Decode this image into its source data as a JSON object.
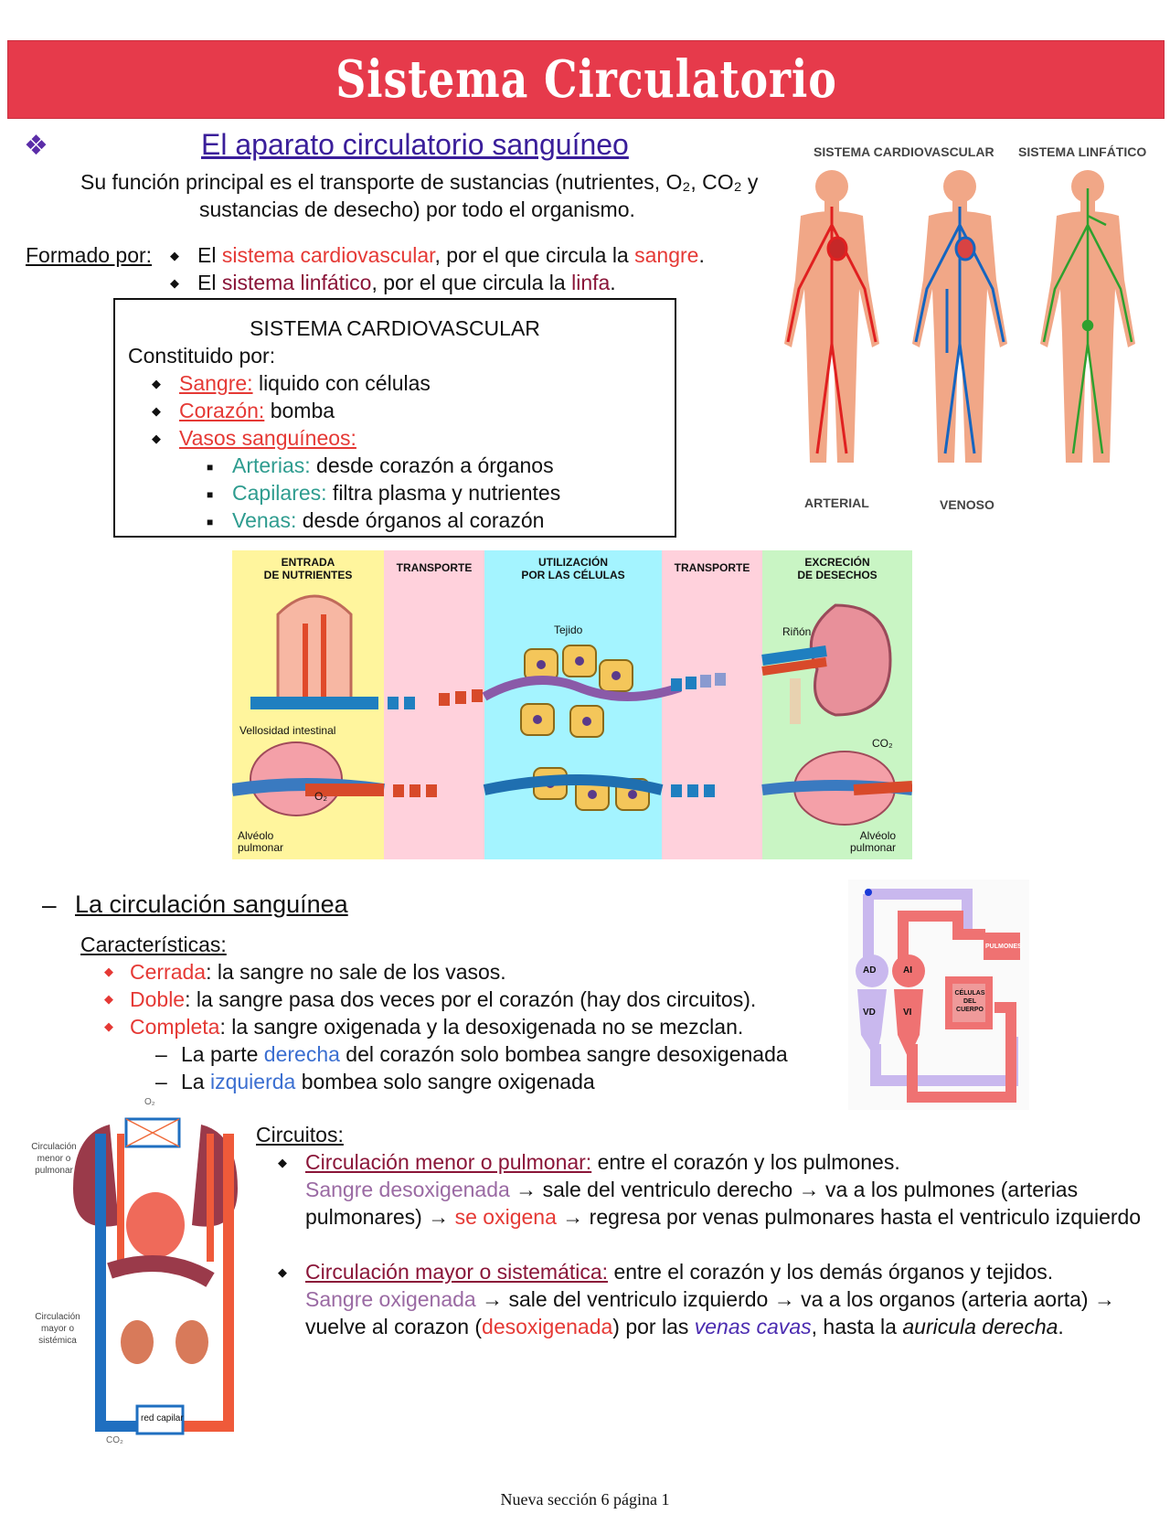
{
  "header": {
    "title": "Sistema Circulatorio"
  },
  "section1": {
    "marker": "❖",
    "title": "El aparato circulatorio sanguíneo",
    "intro_line1": "Su función principal es el transporte de sustancias (nutrientes, O₂, CO₂ y",
    "intro_line2": "sustancias de desecho) por todo el organismo.",
    "formed_label": "Formado por:",
    "formed_items": [
      {
        "a": "El ",
        "b": "sistema cardiovascular",
        "c": ", por el que circula la ",
        "d": "sangre",
        "e": "."
      },
      {
        "a": "El ",
        "b": "sistema linfático",
        "c": ", por el que circula la ",
        "d": "linfa",
        "e": "."
      }
    ]
  },
  "cardio_box": {
    "title": "SISTEMA CARDIOVASCULAR",
    "constituted": "Constituido por:",
    "items": [
      {
        "term": "Sangre:",
        "desc": " liquido con células"
      },
      {
        "term": "Corazón:",
        "desc": " bomba"
      },
      {
        "term": "Vasos sanguíneos:",
        "desc": ""
      }
    ],
    "subitems": [
      {
        "term": "Arterias:",
        "desc": " desde corazón a órganos"
      },
      {
        "term": "Capilares:",
        "desc": " filtra plasma y nutrientes"
      },
      {
        "term": "Venas:",
        "desc": " desde órganos al corazón"
      }
    ]
  },
  "body_figure": {
    "label_cardio": "SISTEMA CARDIOVASCULAR",
    "label_lymph": "SISTEMA LINFÁTICO",
    "label_arterial": "ARTERIAL",
    "label_venoso": "VENOSO"
  },
  "transport_figure": {
    "col1": "ENTRADA\nDE NUTRIENTES",
    "col2": "TRANSPORTE",
    "col3": "UTILIZACIÓN\nPOR LAS CÉLULAS",
    "col4": "TRANSPORTE",
    "col5": "EXCRECIÓN\nDE DESECHOS",
    "tejido": "Tejido",
    "rinon": "Riñón",
    "vellosidad": "Vellosidad intestinal",
    "alveolo_left": "Alvéolo\npulmonar",
    "alveolo_right": "Alvéolo\npulmonar",
    "o2": "O₂",
    "co2": "CO₂",
    "colors": {
      "yellow": "#fff59d",
      "pink": "#ffd1dc",
      "cyan": "#a4f4ff",
      "green": "#c9f5c4"
    }
  },
  "section2": {
    "dash": "–",
    "title": "La circulación sanguínea",
    "char_label": "Características:",
    "items": [
      {
        "term": "Cerrada",
        "desc": ": la sangre no sale de los vasos."
      },
      {
        "term": "Doble",
        "desc": ": la sangre pasa dos veces por el corazón (hay dos circuitos)."
      },
      {
        "term": "Completa",
        "desc": ": la sangre oxigenada y la desoxigenada no se mezclan."
      }
    ],
    "sub": [
      {
        "a": "La parte ",
        "b": "derecha",
        "c": " del corazón solo bombea sangre desoxigenada"
      },
      {
        "a": "La ",
        "b": "izquierda",
        "c": " bombea solo sangre oxigenada"
      }
    ]
  },
  "heart_diagram": {
    "ad": "AD",
    "ai": "AI",
    "vd": "VD",
    "vi": "VI",
    "pulmones": "PULMONES",
    "celulas": "CÉLULAS\nDEL\nCUERPO"
  },
  "circuit_figure": {
    "menor": "Circulación\nmenor o\npulmonar",
    "mayor": "Circulación\nmayor o\nsistémica",
    "red_capilar": "red capilar",
    "o2": "O₂",
    "co2": "CO₂"
  },
  "circuits": {
    "label": "Circuitos:",
    "menor": {
      "title": "Circulación menor o pulmonar:",
      "desc": " entre el corazón y los pulmones.",
      "l2a": "Sangre desoxigenada",
      "l2b": " → sale del ventriculo derecho → va a los pulmones (arterias",
      "l3a": "pulmonares) → ",
      "l3b": "se oxigena",
      "l3c": " → regresa por venas pulmonares hasta el ventriculo izquierdo"
    },
    "mayor": {
      "title": "Circulación mayor o sistemática:",
      "desc": " entre el corazón y los demás órganos y tejidos.",
      "l2a": "Sangre oxigenada",
      "l2b": " → sale del ventriculo izquierdo → va a los organos (arteria aorta) →",
      "l3a": "vuelve al corazon (",
      "l3b": "desoxigenada",
      "l3c": ") por las ",
      "l3d": "venas cavas",
      "l3e": ", hasta la ",
      "l3f": "auricula derecha",
      "l3g": "."
    }
  },
  "footer": {
    "text": "Nueva sección 6 página 1"
  }
}
